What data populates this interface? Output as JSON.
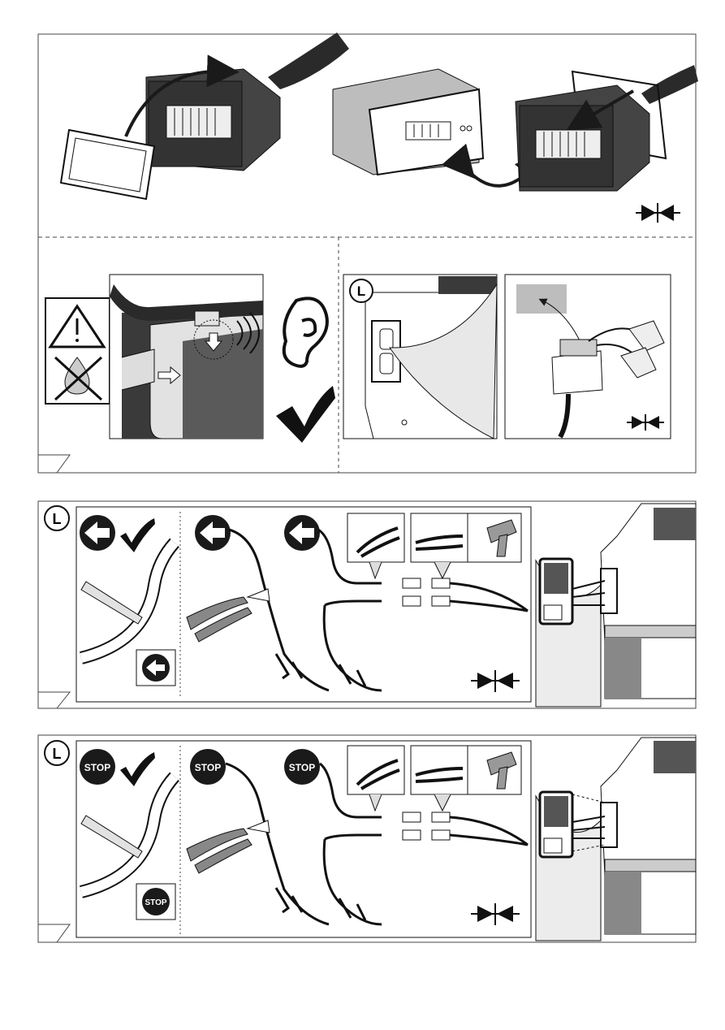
{
  "panels": {
    "top": {
      "markers": []
    },
    "middle": {
      "side_marker": "L"
    },
    "bottom": {
      "side_marker": "L",
      "stop_labels": [
        "STOP",
        "STOP",
        "STOP",
        "STOP"
      ]
    },
    "section_left": {
      "side_marker": "L"
    }
  },
  "colors": {
    "line": "#1a1a1a",
    "dark_fill": "#3a3a3a",
    "mid_fill": "#6a6a6a",
    "light_fill": "#bdbdbd",
    "pale_fill": "#e2e2e2",
    "frame": "#444444"
  },
  "icons": [
    "warning-triangle-icon",
    "no-liquid-icon",
    "ear-icon",
    "checkmark-icon",
    "push-together-icon",
    "left-arrow-circle-icon",
    "pliers-icon",
    "crimping-tool-icon",
    "wire-stripper-icon",
    "heat-gun-icon",
    "stop-sign-icon"
  ]
}
